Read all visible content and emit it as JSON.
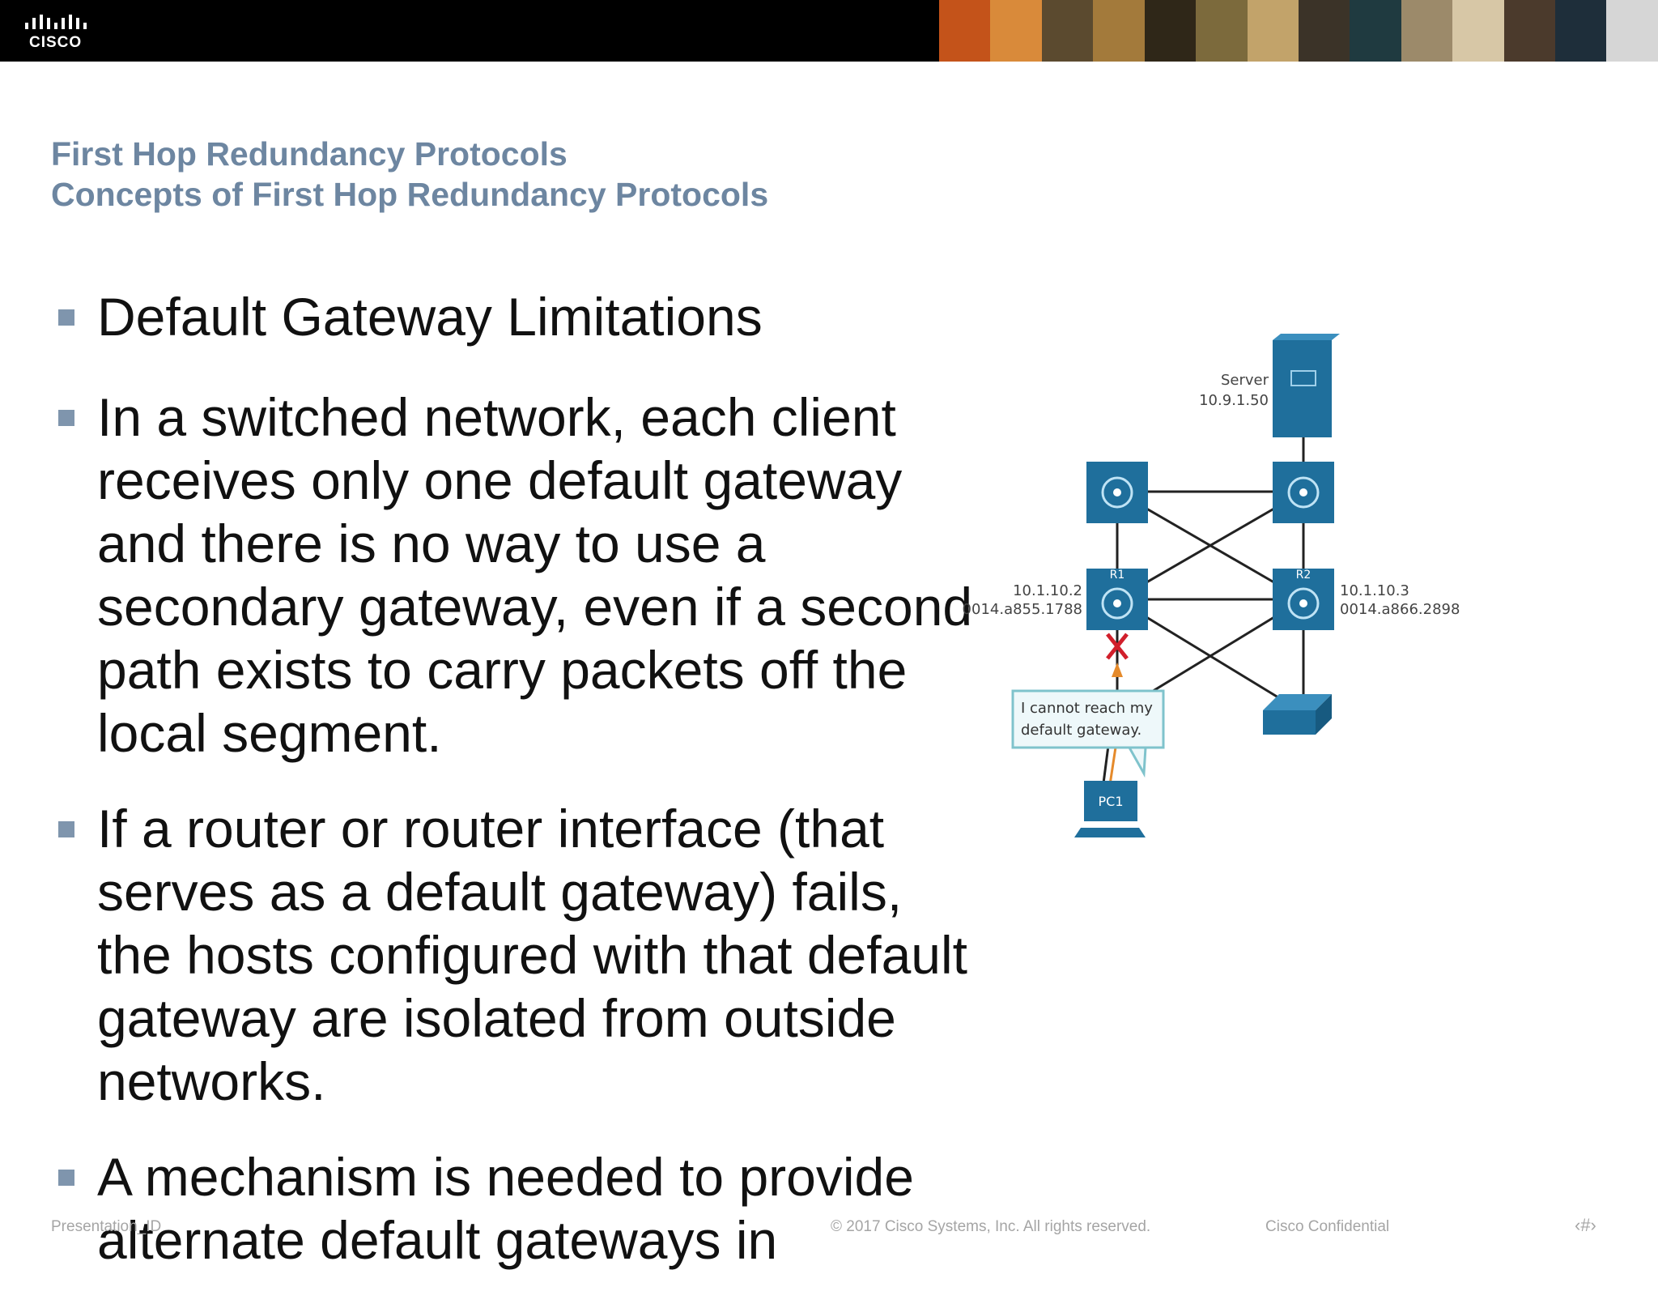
{
  "header": {
    "logo_text": "CISCO",
    "logo_name": "cisco-logo",
    "photo_colors": [
      "#c4531a",
      "#d98a3a",
      "#5b4a2f",
      "#a37a3b",
      "#2f2718",
      "#7c6a3c",
      "#c2a36a",
      "#3b3328",
      "#1f3a40",
      "#9c8a6a",
      "#d7c7a6",
      "#4b3a2c",
      "#1e2e3a",
      "#d6d6d6"
    ]
  },
  "slide": {
    "title": "First Hop Redundancy Protocols",
    "subtitle": "Concepts of First Hop Redundancy Protocols",
    "bullets": [
      "Default Gateway Limitations",
      "In a switched network, each client receives only one default gateway and there is no way to use a secondary gateway, even if a second path exists to carry packets off the local segment.",
      "If a router or router interface (that serves as a default gateway) fails, the hosts configured with that default gateway are isolated from outside networks.",
      "A mechanism is needed to provide alternate default gateways in"
    ]
  },
  "diagram": {
    "server_label": "Server",
    "server_ip": "10.9.1.50",
    "r1_label": "R1",
    "r1_ip": "10.1.10.2",
    "r1_mac": "0014.a855.1788",
    "r2_label": "R2",
    "r2_ip": "10.1.10.3",
    "r2_mac": "0014.a866.2898",
    "pc_label": "PC1",
    "callout_line1": "I cannot reach my",
    "callout_line2": "default gateway.",
    "device_color": "#1f6f9c",
    "failure_color": "#d11f2b",
    "traffic_color": "#e58a2b"
  },
  "footer": {
    "left": "Presentation_ID",
    "center": "© 2017 Cisco Systems, Inc. All rights reserved.",
    "right": "Cisco Confidential",
    "page": "‹#›"
  }
}
